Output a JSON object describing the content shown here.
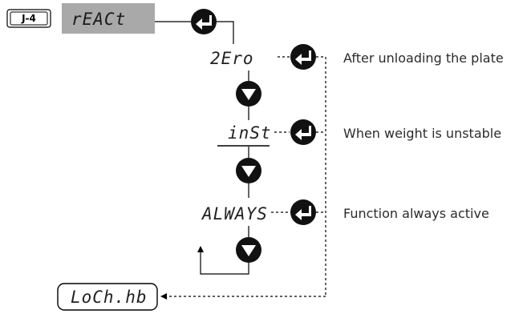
{
  "menu_code": "J-4",
  "param_display": "rEACt",
  "options": [
    {
      "display": "2Ero",
      "description": "After unloading the plate",
      "underlined": false
    },
    {
      "display": "inSt",
      "description": "When weight is unstable",
      "underlined": true
    },
    {
      "display": "ALWAYS",
      "description": "Function always active",
      "underlined": false
    }
  ],
  "next_display": "LoCh.hb",
  "icons": {
    "enter": "enter-key-icon",
    "down": "down-arrow-key-icon"
  },
  "colors": {
    "display_bg": "#a9a9a9",
    "key_fill": "#111111"
  }
}
